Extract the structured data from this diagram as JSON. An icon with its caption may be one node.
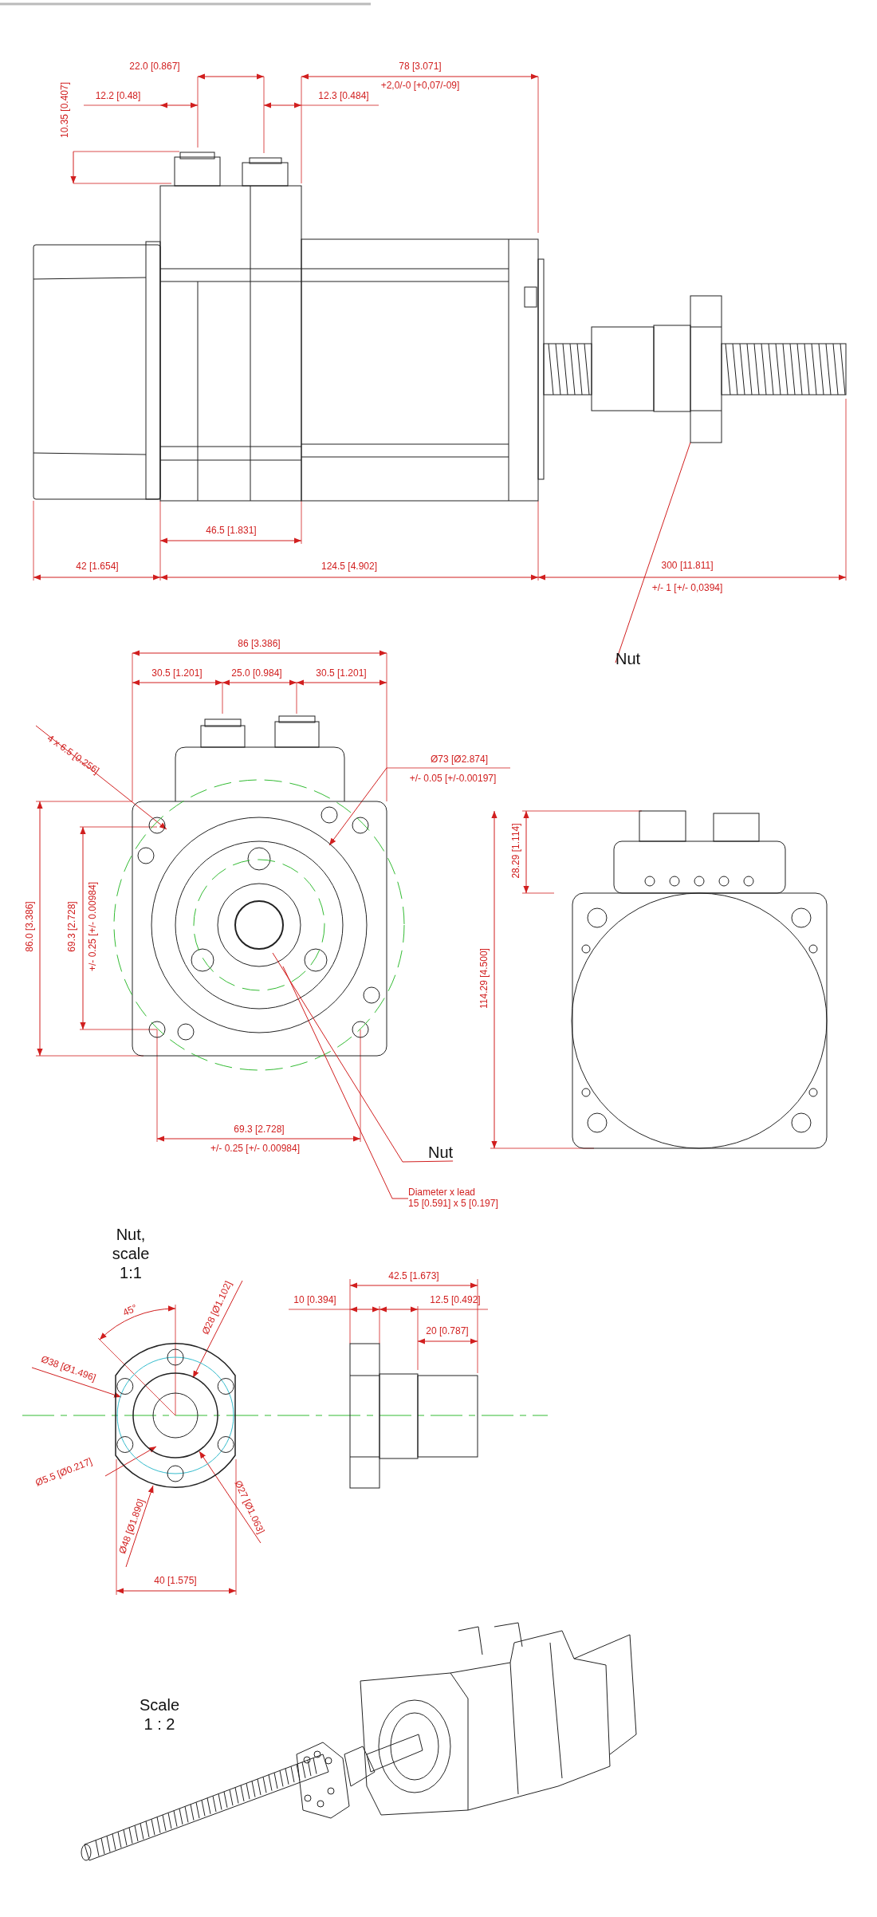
{
  "diagram": {
    "nodes": [
      {
        "text": [
          "Nut"
        ]
      },
      {
        "text": [],
        "shape": "picture"
      },
      {
        "text": [
          "Nut"
        ]
      },
      {
        "text": [
          "Diameter x lead",
          "15 [0.591] x 5 [0.197]"
        ]
      }
    ],
    "edges": [
      {
        "from": 0,
        "to": 1,
        "arrow": "none"
      },
      {
        "from": 2,
        "to": null,
        "arrow": "none"
      },
      {
        "from": 3,
        "to": null,
        "arrow": "none"
      }
    ],
    "labels": [
      "22.0 [0.867]",
      "78 [3.071]",
      "+2,0/-0 [+0,07/-09]",
      "10.35 [0.407]",
      "12.2 [0.48]",
      "12.3 [0.484]",
      "46.5 [1.831]",
      "42 [1.654]",
      "124.5 [4.902]",
      "300 [11.811]",
      "+/- 1 [+/- 0,0394]",
      "86 [3.386]",
      "30.5 [1.201]",
      "25.0 [0.984]",
      "30.5 [1.201]",
      "4 x 6.5 [0.256]",
      "Ø73 [Ø2.874]",
      "+/- 0.05 [+/-0.00197]",
      "86.0 [3.386]",
      "69.3 [2.728]",
      "+/- 0.25 [+/- 0.00984]",
      "28.29 [1.114]",
      "114.29 [4.500]",
      "69.3 [2.728]",
      "+/- 0.25 [+/- 0.00984]",
      "Nut, scale 1:1",
      "45°",
      "Ø28 [Ø1.102]",
      "42.5 [1.673]",
      "10 [0.394]",
      "12.5 [0.492]",
      "20 [0.787]",
      "Ø38 [Ø1.496]",
      "Ø5.5 [Ø0.217]",
      "Ø48 [Ø1.890]",
      "Ø27 [Ø1.063]",
      "40 [1.575]",
      "Scale 1 : 2"
    ]
  }
}
